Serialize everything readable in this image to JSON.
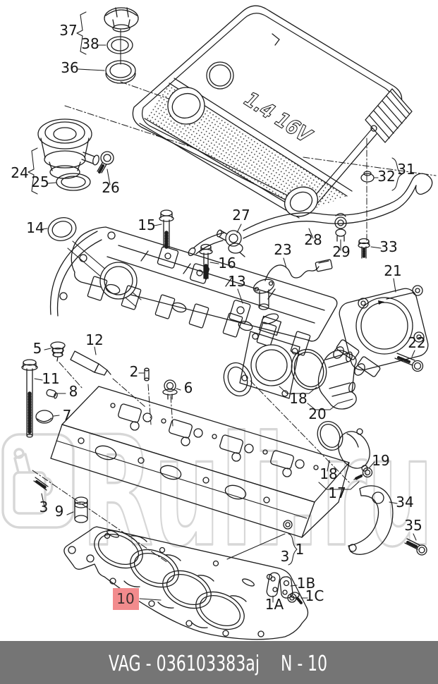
{
  "diagram": {
    "cover_text": "1.4 16V",
    "watermark": "Ruli.ru",
    "watermark_color": "#d7d7d7",
    "highlight_color": "#f28b8d",
    "labels": {
      "l37": "37",
      "l38": "38",
      "l36": "36",
      "l24": "24",
      "l25": "25",
      "l26": "26",
      "l14": "14",
      "l15": "15",
      "l16": "16",
      "l27": "27",
      "l28": "28",
      "l29": "29",
      "l31": "31",
      "l32": "32",
      "l33": "33",
      "l23": "23",
      "l13": "13",
      "l21": "21",
      "l22": "22",
      "l5": "5",
      "l12": "12",
      "l2": "2",
      "l6": "6",
      "l11": "11",
      "l8": "8",
      "l7": "7",
      "l3a": "3",
      "l9": "9",
      "l18a": "18",
      "l20": "20",
      "l18b": "18",
      "l19": "19",
      "l17": "17",
      "l34": "34",
      "l35": "35",
      "l1": "1",
      "l3b": "3",
      "l1b": "1B",
      "l1a": "1A",
      "l1c": "1C",
      "l10": "10"
    }
  },
  "footer": {
    "bg": "#757575",
    "catalog_code": "VAG - 036103383aj",
    "page_code": "N - 10"
  }
}
